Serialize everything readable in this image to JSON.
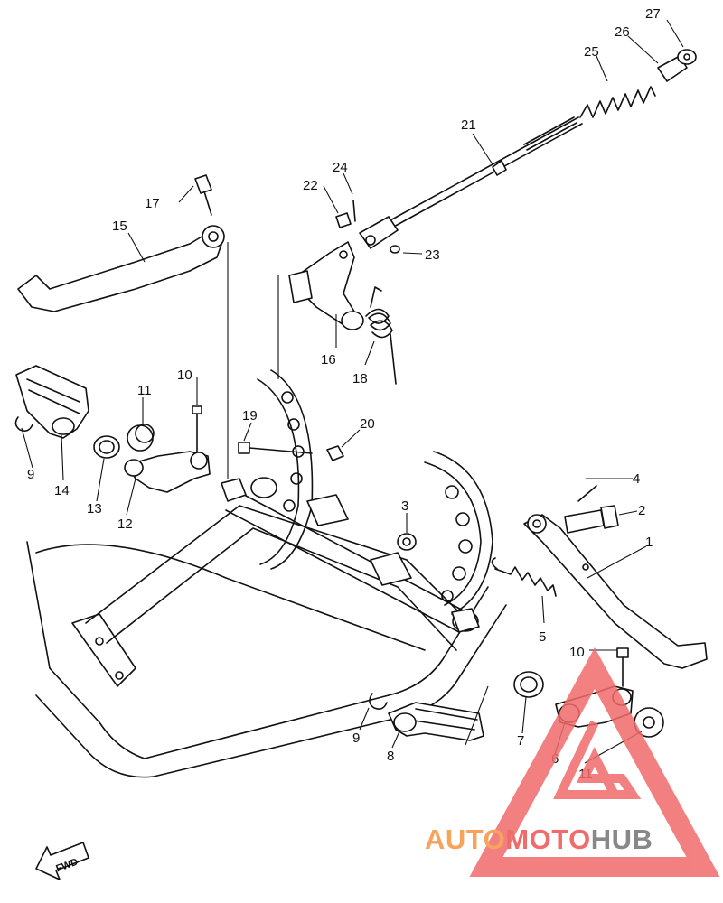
{
  "callouts": {
    "n1": "1",
    "n2": "2",
    "n3": "3",
    "n4": "4",
    "n5": "5",
    "n6": "6",
    "n7": "7",
    "n8": "8",
    "n9a": "9",
    "n9b": "9",
    "n10a": "10",
    "n10b": "10",
    "n11a": "11",
    "n11b": "11",
    "n12": "12",
    "n13": "13",
    "n14": "14",
    "n15": "15",
    "n16": "16",
    "n17": "17",
    "n18": "18",
    "n19": "19",
    "n20": "20",
    "n21": "21",
    "n22": "22",
    "n23": "23",
    "n24": "24",
    "n25": "25",
    "n26": "26",
    "n27": "27"
  },
  "fwd_label": "FWD",
  "watermark": {
    "part1": "AUTO",
    "part2": "MOTO",
    "part3": "HUB",
    "color1": "#f7a35c",
    "color2": "#f26b6b",
    "color3": "#888888"
  }
}
